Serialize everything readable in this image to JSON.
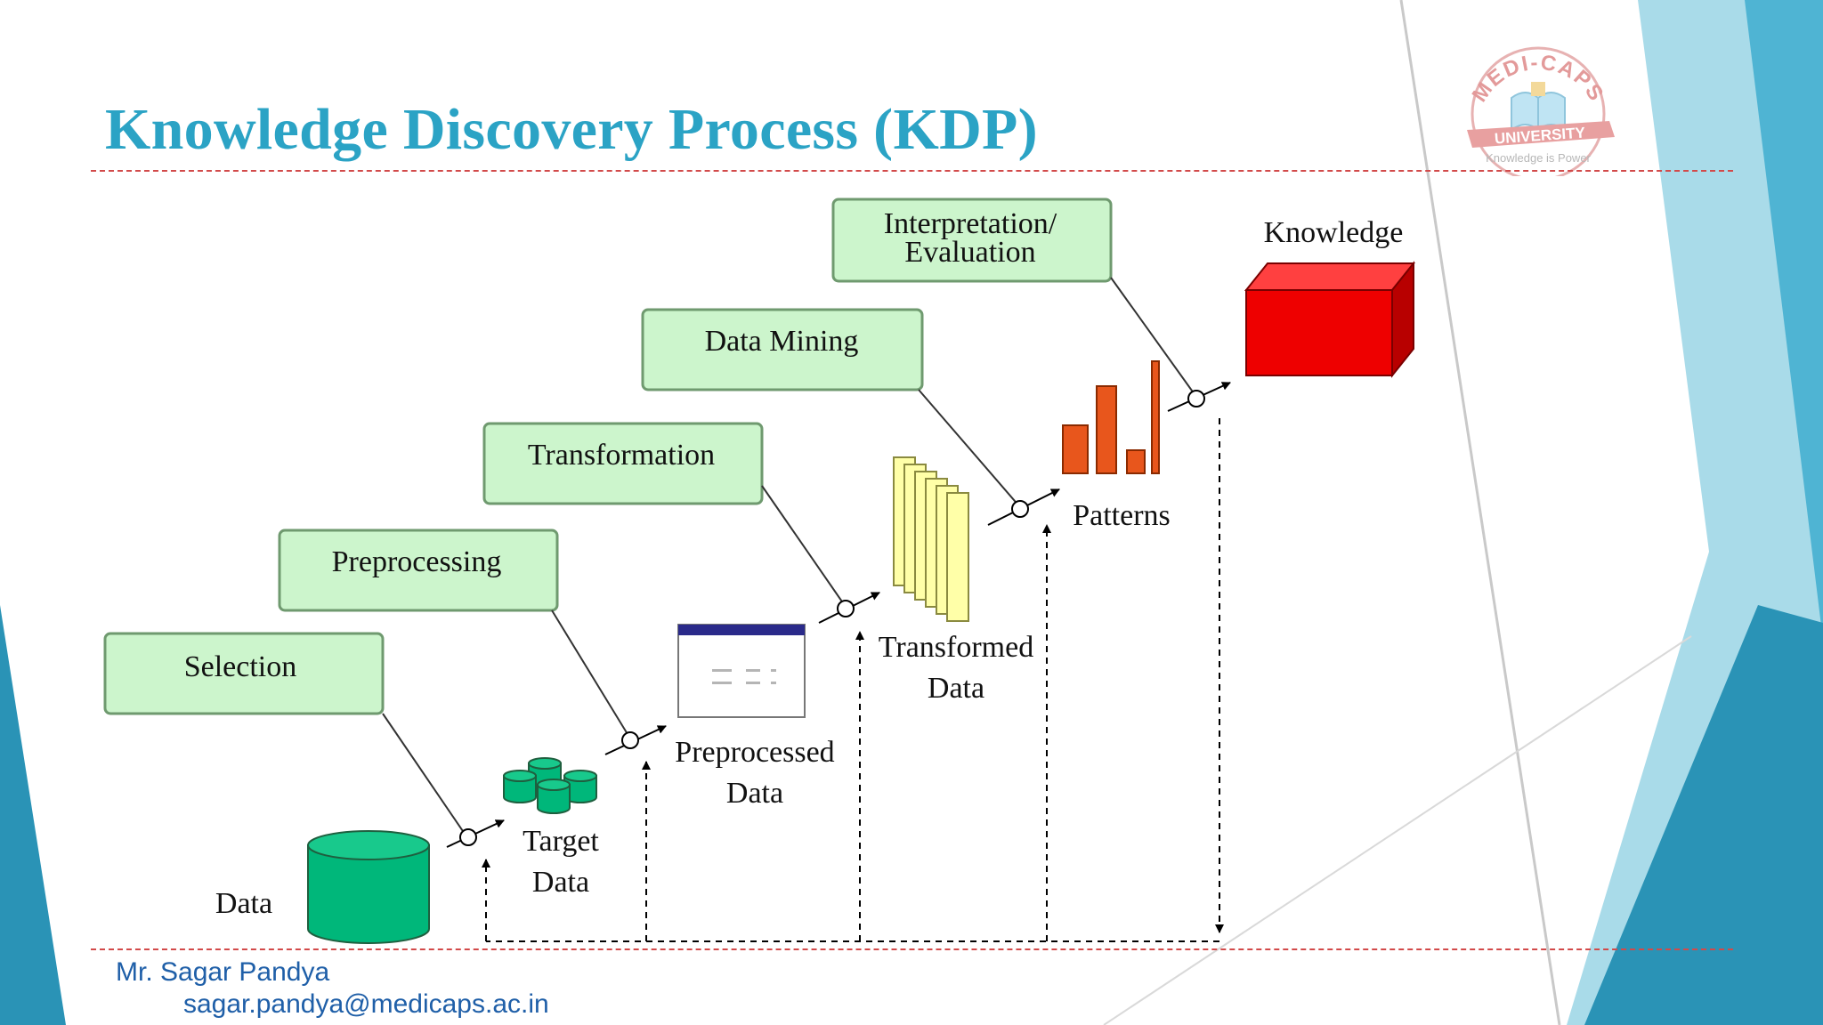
{
  "slide": {
    "title": "Knowledge Discovery Process (KDP)",
    "author": "Mr. Sagar Pandya",
    "email": "sagar.pandya@medicaps.ac.in"
  },
  "logo": {
    "arc_text": "MEDI-CAPS",
    "banner_text": "UNIVERSITY",
    "tagline": "Knowledge is Power"
  },
  "process_steps": [
    {
      "label": "Selection"
    },
    {
      "label": "Preprocessing"
    },
    {
      "label": "Transformation"
    },
    {
      "label": "Data Mining"
    },
    {
      "label_line1": "Interpretation/",
      "label_line2": "Evaluation"
    }
  ],
  "artifacts": {
    "data": "Data",
    "target_line1": "Target",
    "target_line2": "Data",
    "preprocessed_line1": "Preprocessed",
    "preprocessed_line2": "Data",
    "transformed_line1": "Transformed",
    "transformed_line2": "Data",
    "patterns": "Patterns",
    "knowledge": "Knowledge"
  },
  "colors": {
    "title": "#2BA3C5",
    "step_box_fill": "#CCF5CC",
    "data_cylinder": "#00B77A",
    "knowledge_box": "#EE0000",
    "patterns_bars": "#E8561C",
    "transformed_pages": "#FFFFA8",
    "rule": "#D24A4A",
    "footer_text": "#1F5FA8"
  },
  "icons": [
    "data-cylinder-icon",
    "target-data-cylinders-icon",
    "preprocessed-window-icon",
    "transformed-pages-icon",
    "patterns-bars-icon",
    "knowledge-cube-icon"
  ]
}
